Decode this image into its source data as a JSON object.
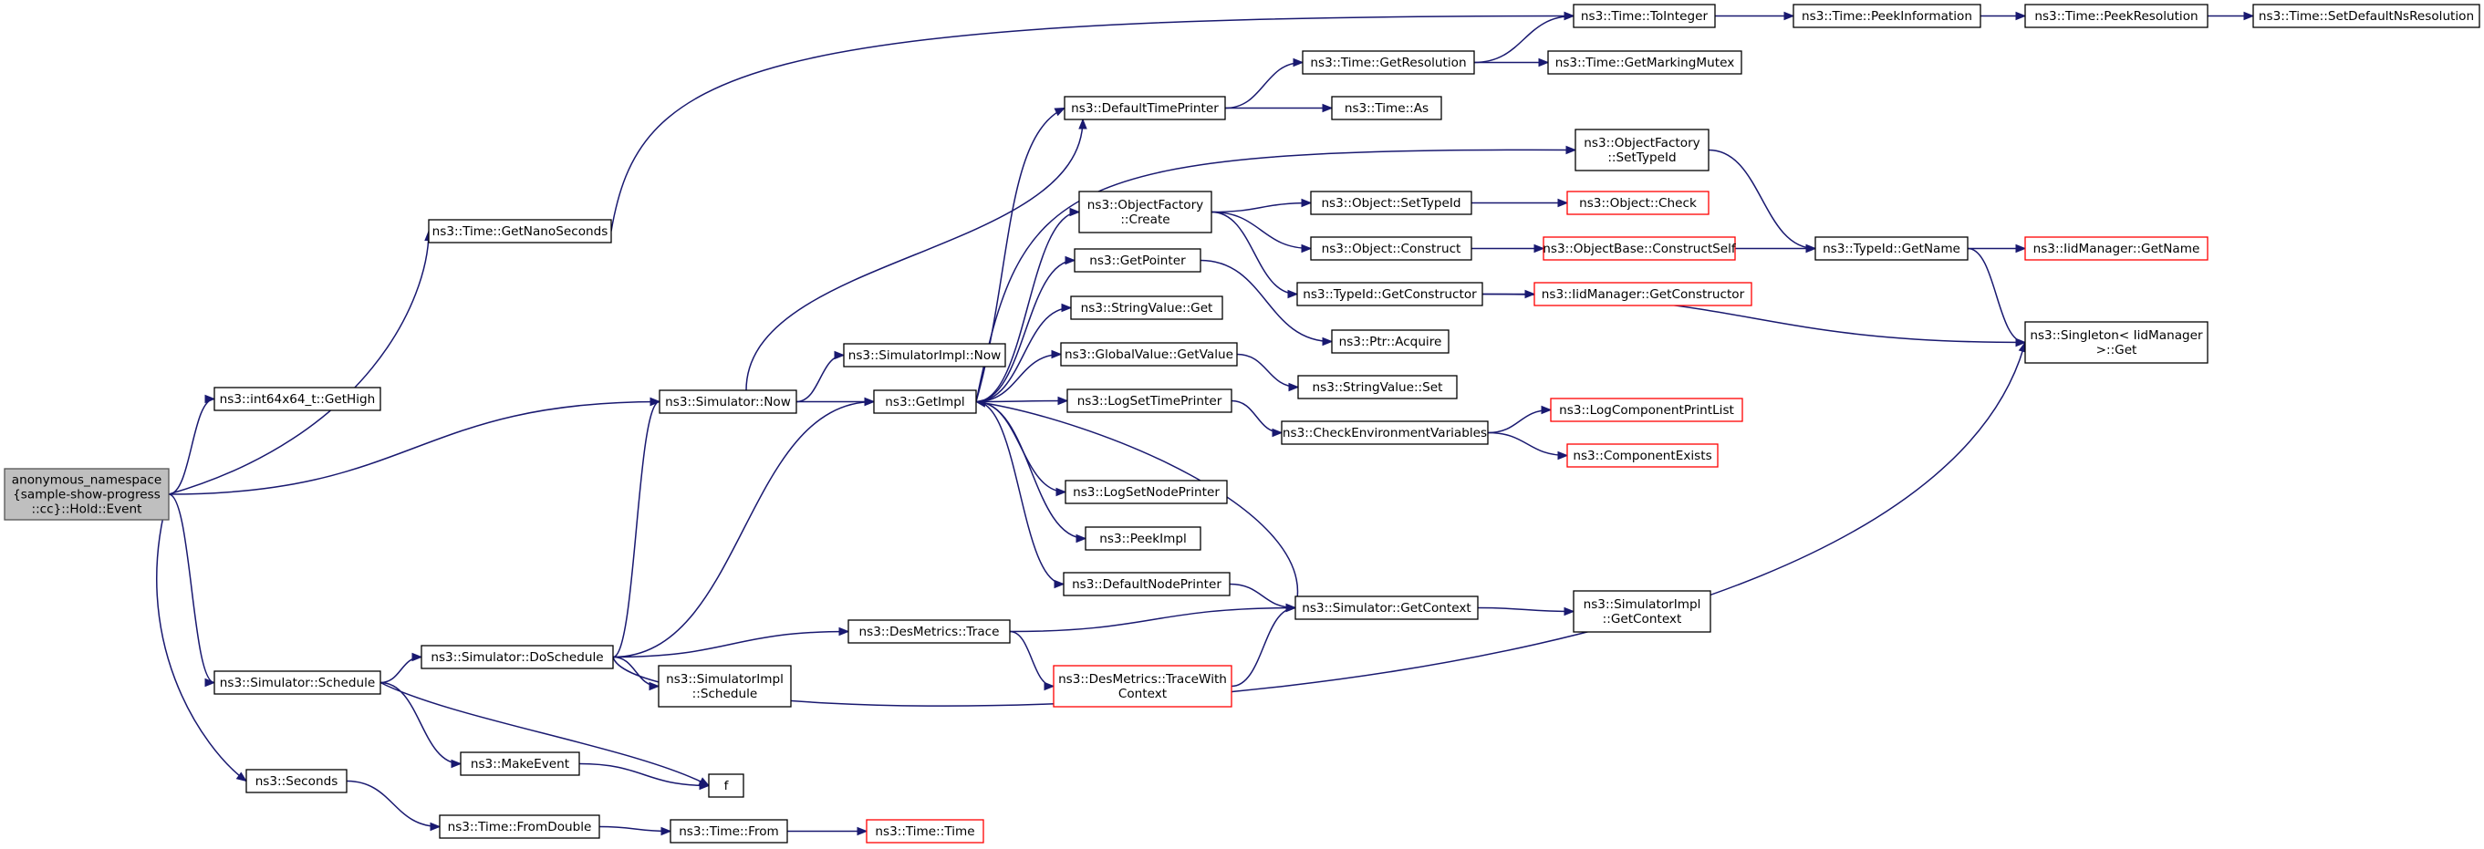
{
  "graph": {
    "nodes": [
      {
        "id": "root",
        "lines": [
          "anonymous_namespace",
          "{sample-show-progress",
          "::cc}::Hold::Event"
        ],
        "style": "root"
      },
      {
        "id": "int64GetHigh",
        "lines": [
          "ns3::int64x64_t::GetHigh"
        ],
        "style": "normal"
      },
      {
        "id": "getNanoSeconds",
        "lines": [
          "ns3::Time::GetNanoSeconds"
        ],
        "style": "normal"
      },
      {
        "id": "simulatorNow",
        "lines": [
          "ns3::Simulator::Now"
        ],
        "style": "normal"
      },
      {
        "id": "simulatorSchedule",
        "lines": [
          "ns3::Simulator::Schedule"
        ],
        "style": "normal"
      },
      {
        "id": "seconds",
        "lines": [
          "ns3::Seconds"
        ],
        "style": "normal"
      },
      {
        "id": "toInteger",
        "lines": [
          "ns3::Time::ToInteger"
        ],
        "style": "normal"
      },
      {
        "id": "peekInformation",
        "lines": [
          "ns3::Time::PeekInformation"
        ],
        "style": "normal"
      },
      {
        "id": "peekResolution",
        "lines": [
          "ns3::Time::PeekResolution"
        ],
        "style": "normal"
      },
      {
        "id": "setDefaultNsResolution",
        "lines": [
          "ns3::Time::SetDefaultNsResolution"
        ],
        "style": "normal"
      },
      {
        "id": "simulatorImplNow",
        "lines": [
          "ns3::SimulatorImpl::Now"
        ],
        "style": "normal"
      },
      {
        "id": "getImpl",
        "lines": [
          "ns3::GetImpl"
        ],
        "style": "normal"
      },
      {
        "id": "doSchedule",
        "lines": [
          "ns3::Simulator::DoSchedule"
        ],
        "style": "normal"
      },
      {
        "id": "makeEvent",
        "lines": [
          "ns3::MakeEvent"
        ],
        "style": "normal"
      },
      {
        "id": "f",
        "lines": [
          "f"
        ],
        "style": "normal"
      },
      {
        "id": "fromDouble",
        "lines": [
          "ns3::Time::FromDouble"
        ],
        "style": "normal"
      },
      {
        "id": "timeFrom",
        "lines": [
          "ns3::Time::From"
        ],
        "style": "normal"
      },
      {
        "id": "timeTime",
        "lines": [
          "ns3::Time::Time"
        ],
        "style": "red"
      },
      {
        "id": "defaultTimePrinter",
        "lines": [
          "ns3::DefaultTimePrinter"
        ],
        "style": "normal"
      },
      {
        "id": "getResolution",
        "lines": [
          "ns3::Time::GetResolution"
        ],
        "style": "normal"
      },
      {
        "id": "getMarkingMutex",
        "lines": [
          "ns3::Time::GetMarkingMutex"
        ],
        "style": "normal"
      },
      {
        "id": "timeAs",
        "lines": [
          "ns3::Time::As"
        ],
        "style": "normal"
      },
      {
        "id": "ofSetTypeId",
        "lines": [
          "ns3::ObjectFactory",
          "::SetTypeId"
        ],
        "style": "normal"
      },
      {
        "id": "ofCreate",
        "lines": [
          "ns3::ObjectFactory",
          "::Create"
        ],
        "style": "normal"
      },
      {
        "id": "objectSetTypeId",
        "lines": [
          "ns3::Object::SetTypeId"
        ],
        "style": "normal"
      },
      {
        "id": "objectCheck",
        "lines": [
          "ns3::Object::Check"
        ],
        "style": "red"
      },
      {
        "id": "objectConstruct",
        "lines": [
          "ns3::Object::Construct"
        ],
        "style": "normal"
      },
      {
        "id": "constructSelf",
        "lines": [
          "ns3::ObjectBase::ConstructSelf"
        ],
        "style": "red"
      },
      {
        "id": "typeIdGetName",
        "lines": [
          "ns3::TypeId::GetName"
        ],
        "style": "normal"
      },
      {
        "id": "iidGetName",
        "lines": [
          "ns3::IidManager::GetName"
        ],
        "style": "red"
      },
      {
        "id": "typeIdGetConstructor",
        "lines": [
          "ns3::TypeId::GetConstructor"
        ],
        "style": "normal"
      },
      {
        "id": "iidGetConstructor",
        "lines": [
          "ns3::IidManager::GetConstructor"
        ],
        "style": "red"
      },
      {
        "id": "singletonGet",
        "lines": [
          "ns3::Singleton< IidManager",
          " >::Get"
        ],
        "style": "normal"
      },
      {
        "id": "getPointer",
        "lines": [
          "ns3::GetPointer"
        ],
        "style": "normal"
      },
      {
        "id": "ptrAcquire",
        "lines": [
          "ns3::Ptr::Acquire"
        ],
        "style": "normal"
      },
      {
        "id": "stringValueGet",
        "lines": [
          "ns3::StringValue::Get"
        ],
        "style": "normal"
      },
      {
        "id": "globalValueGetValue",
        "lines": [
          "ns3::GlobalValue::GetValue"
        ],
        "style": "normal"
      },
      {
        "id": "stringValueSet",
        "lines": [
          "ns3::StringValue::Set"
        ],
        "style": "normal"
      },
      {
        "id": "logSetTimePrinter",
        "lines": [
          "ns3::LogSetTimePrinter"
        ],
        "style": "normal"
      },
      {
        "id": "checkEnvVars",
        "lines": [
          "ns3::CheckEnvironmentVariables"
        ],
        "style": "normal"
      },
      {
        "id": "logComponentPrintList",
        "lines": [
          "ns3::LogComponentPrintList"
        ],
        "style": "red"
      },
      {
        "id": "componentExists",
        "lines": [
          "ns3::ComponentExists"
        ],
        "style": "red"
      },
      {
        "id": "logSetNodePrinter",
        "lines": [
          "ns3::LogSetNodePrinter"
        ],
        "style": "normal"
      },
      {
        "id": "peekImpl",
        "lines": [
          "ns3::PeekImpl"
        ],
        "style": "normal"
      },
      {
        "id": "defaultNodePrinter",
        "lines": [
          "ns3::DefaultNodePrinter"
        ],
        "style": "normal"
      },
      {
        "id": "simulatorGetContext",
        "lines": [
          "ns3::Simulator::GetContext"
        ],
        "style": "normal"
      },
      {
        "id": "simImplGetContext",
        "lines": [
          "ns3::SimulatorImpl",
          "::GetContext"
        ],
        "style": "normal"
      },
      {
        "id": "desMetricsTrace",
        "lines": [
          "ns3::DesMetrics::Trace"
        ],
        "style": "normal"
      },
      {
        "id": "desMetricsTraceWithContext",
        "lines": [
          "ns3::DesMetrics::TraceWith",
          "Context"
        ],
        "style": "red"
      },
      {
        "id": "simImplSchedule",
        "lines": [
          "ns3::SimulatorImpl",
          "::Schedule"
        ],
        "style": "normal"
      }
    ]
  }
}
